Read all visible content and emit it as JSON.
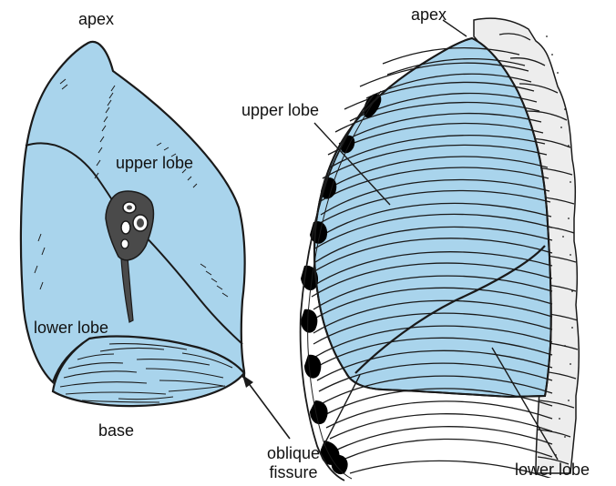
{
  "colors": {
    "lung_fill": "#a9d4ec",
    "outline": "#1a1a1a",
    "hilum": "#4a4a4a",
    "cartilage": "#000000",
    "vertebra_fill": "#ededed",
    "background": "#ffffff"
  },
  "labels": {
    "medial_apex": "apex",
    "medial_upper_lobe": "upper lobe",
    "medial_lower_lobe": "lower lobe",
    "medial_base": "base",
    "lateral_apex": "apex",
    "lateral_upper_lobe": "upper lobe",
    "lateral_lower_lobe": "lower lobe",
    "oblique_fissure_line1": "oblique",
    "oblique_fissure_line2": "fissure"
  }
}
